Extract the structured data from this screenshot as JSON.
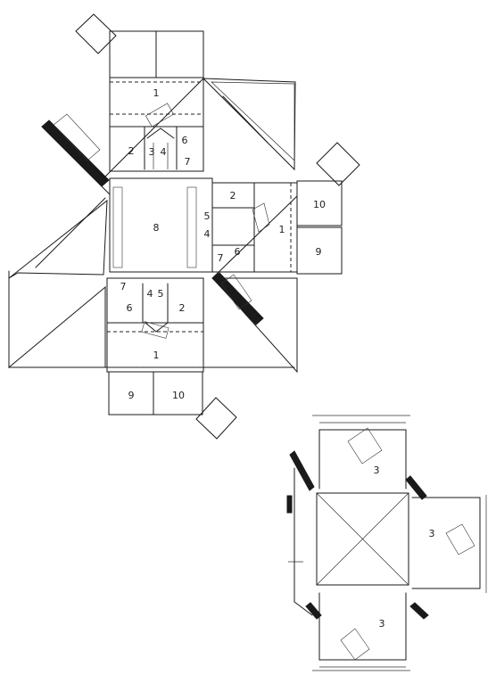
{
  "upper_plan": {
    "north_wing": {
      "room_1": "1",
      "room_2": "2",
      "room_3": "3",
      "room_4": "4",
      "room_6": "6",
      "room_7": "7"
    },
    "central_hall": {
      "room_8": "8"
    },
    "east_wing": {
      "room_2": "2",
      "room_5": "5",
      "room_4": "4",
      "room_1": "1",
      "room_7": "7",
      "room_6": "6",
      "room_10": "10",
      "room_9": "9"
    },
    "south_wing": {
      "room_7": "7",
      "room_4": "4",
      "room_5": "5",
      "room_6": "6",
      "room_2": "2",
      "room_1": "1",
      "room_9": "9",
      "room_10": "10"
    }
  },
  "lower_plan": {
    "north_room": "3",
    "east_room": "3",
    "south_room": "3"
  }
}
